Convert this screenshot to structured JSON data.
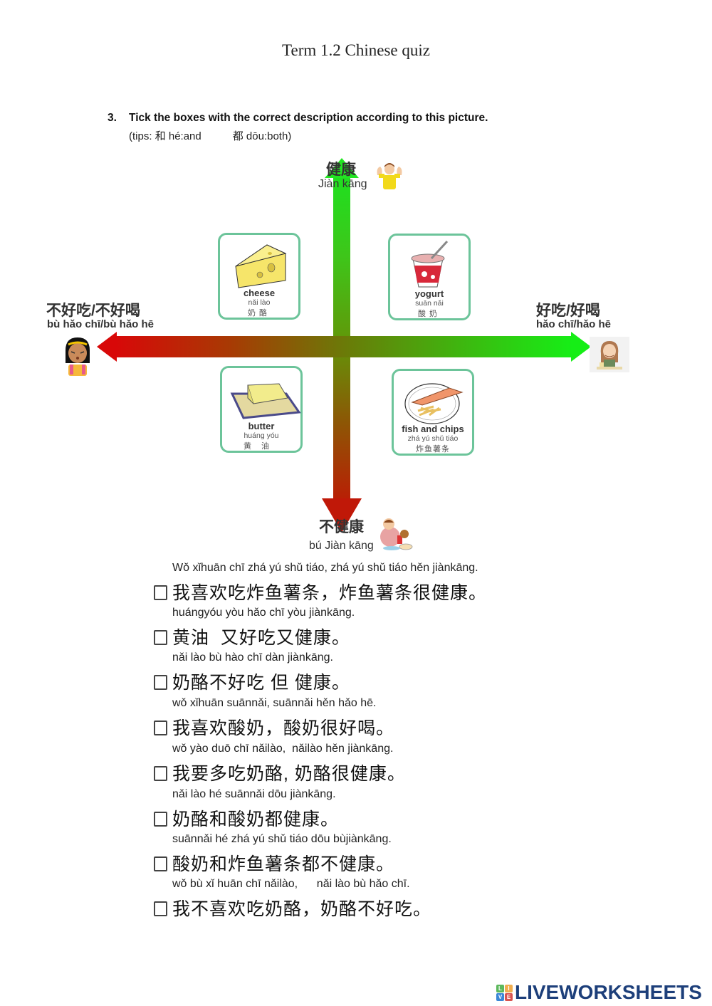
{
  "page": {
    "title": "Term 1.2 Chinese quiz"
  },
  "question": {
    "number": "3.",
    "instruction": "Tick the boxes with the correct description according to this picture.",
    "tips_prefix": "(tips:",
    "tip1": "和 hé:and",
    "tip2": "都 dōu:both)"
  },
  "axes": {
    "top": {
      "label": "健康",
      "pinyin": "Jiàn kāng",
      "icon": "strong-boy-icon"
    },
    "bottom": {
      "label": "不健康",
      "pinyin": "bú  Jiàn kāng",
      "icon": "unhealthy-eater-icon"
    },
    "left": {
      "label": "不好吃/不好喝",
      "pinyin": "bù hǎo chī/bù hǎo hē",
      "icon": "disgusted-girl-icon"
    },
    "right": {
      "label": "好吃/好喝",
      "pinyin": "hǎo chī/hǎo hē",
      "icon": "happy-eater-icon"
    },
    "colors": {
      "healthy_green": "#16ee16",
      "unhealthy_red": "#d80808",
      "card_border": "#6cc49a"
    }
  },
  "cards": [
    {
      "id": "cheese",
      "english": "cheese",
      "pinyin": "nǎi lào",
      "chinese": "奶酪",
      "quadrant": "healthy-not-tasty"
    },
    {
      "id": "yogurt",
      "english": "yogurt",
      "pinyin": "suān nǎi",
      "chinese": "酸奶",
      "quadrant": "healthy-tasty"
    },
    {
      "id": "butter",
      "english": "butter",
      "pinyin": "huáng yóu",
      "chinese": "黄油",
      "quadrant": "unhealthy-not-tasty"
    },
    {
      "id": "fish-and-chips",
      "english": "fish and chips",
      "pinyin": "zhá yú shǔ tiáo",
      "chinese": "炸鱼薯条",
      "quadrant": "unhealthy-tasty"
    }
  ],
  "statements": [
    {
      "pinyin": "Wǒ xǐhuān chī zhá yú shǔ tiáo, zhá yú shǔ tiáo hěn jiànkāng.",
      "chinese": "我喜欢吃炸鱼薯条，炸鱼薯条很健康。",
      "checked": false
    },
    {
      "pinyin": "huángyóu yòu hǎo chī yòu jiànkāng.",
      "chinese": "黄油  又好吃又健康。",
      "checked": false
    },
    {
      "pinyin": "nǎi lào bù hào chī dàn jiànkāng.",
      "chinese": "奶酪不好吃 但 健康。",
      "checked": false
    },
    {
      "pinyin": "wǒ xǐhuān suānnǎi, suānnǎi hěn hǎo hē.",
      "chinese": "我喜欢酸奶，酸奶很好喝。",
      "checked": false
    },
    {
      "pinyin": "wǒ yào duō chī nǎilào,  nǎilào hěn jiànkāng.",
      "chinese": "我要多吃奶酪, 奶酪很健康。",
      "checked": false
    },
    {
      "pinyin": "nǎi lào hé suānnǎi dōu jiànkāng.",
      "chinese": "奶酪和酸奶都健康。",
      "checked": false
    },
    {
      "pinyin": "suānnǎi hé zhá yú shǔ tiáo dōu bùjiànkāng.",
      "chinese": "酸奶和炸鱼薯条都不健康。",
      "checked": false
    },
    {
      "pinyin": "wǒ bù xǐ huān chī nǎilào,      nǎi lào bù hǎo chī.",
      "chinese": "我不喜欢吃奶酪，奶酪不好吃。",
      "checked": false
    }
  ],
  "footer": {
    "logo_tiles": [
      "L",
      "I",
      "V",
      "E"
    ],
    "logo_tile_colors": [
      "#5cb85c",
      "#f0ad4e",
      "#3a87d6",
      "#d9534f"
    ],
    "logo_text": "LIVEWORKSHEETS"
  }
}
